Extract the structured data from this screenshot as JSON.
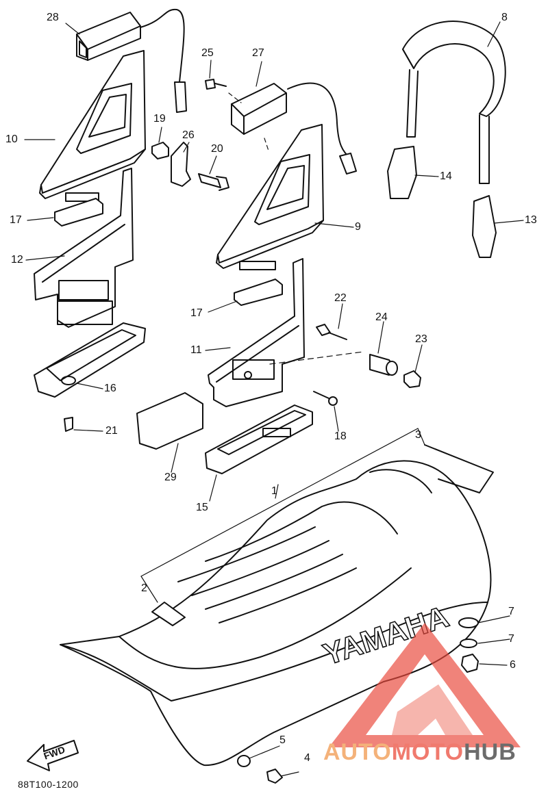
{
  "callouts": {
    "c28": "28",
    "c10": "10",
    "c17a": "17",
    "c12": "12",
    "c16": "16",
    "c21": "21",
    "c19": "19",
    "c26": "26",
    "c20": "20",
    "c25": "25",
    "c27": "27",
    "c9": "9",
    "c17b": "17",
    "c11": "11",
    "c22": "22",
    "c24": "24",
    "c23": "23",
    "c18": "18",
    "c29": "29",
    "c15": "15",
    "c8": "8",
    "c14": "14",
    "c13": "13",
    "c3": "3",
    "c1": "1",
    "c2": "2",
    "c7a": "7",
    "c7b": "7",
    "c6": "6",
    "c5": "5",
    "c4": "4"
  },
  "seat_brand": "YAMAHA",
  "fwd_label": "FWD",
  "diagram_code": "88T100-1200",
  "watermark": {
    "part1": "AUTO",
    "part2": "MOTO",
    "part3": "HUB"
  },
  "colors": {
    "line": "#111111",
    "watermark_red": "#e8483c",
    "watermark_orange": "#f4a86a",
    "watermark_gray": "#6c6c6c"
  }
}
